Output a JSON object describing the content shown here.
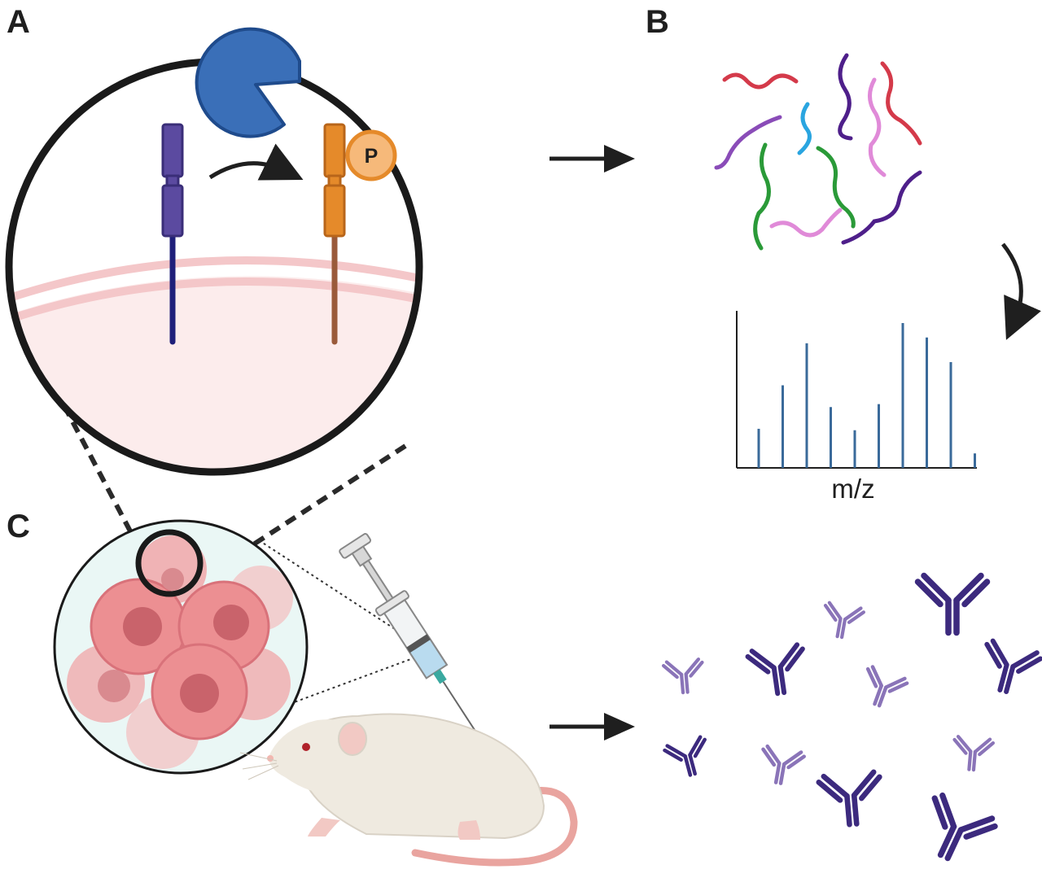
{
  "panels": {
    "a": "A",
    "b": "B",
    "c": "C"
  },
  "phospho_label": "P",
  "spectrum": {
    "xlabel": "m/z",
    "peaks": [
      0.27,
      0.57,
      0.86,
      0.42,
      0.26,
      0.44,
      1.0,
      0.9,
      0.73,
      0.1
    ]
  },
  "colors": {
    "kinase": "#3a6fb8",
    "receptor_inactive": "#5b4aa0",
    "receptor_active": "#e58a2a",
    "phosphate": "#f6b97a",
    "membrane": "#f4c7c9",
    "cytoplasm": "#fcecec",
    "peak": "#3a6a9a",
    "antibody_dark": "#3c2a7e",
    "antibody_light": "#8a74b8",
    "cell": "#ec8f92",
    "tumor_bg": "#eaf7f5"
  }
}
